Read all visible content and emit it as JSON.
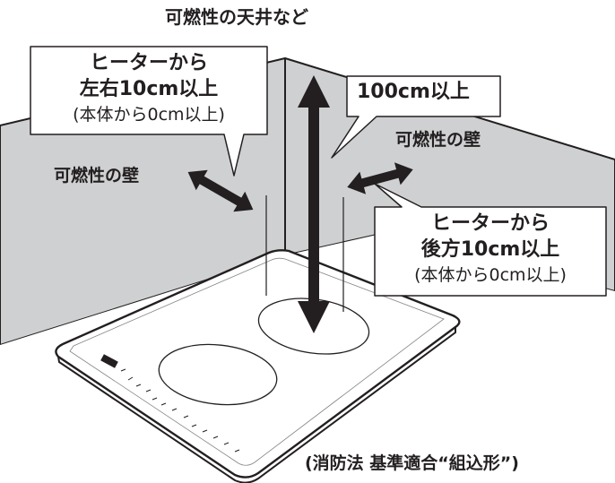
{
  "ceiling_label": "可燃性の天井など",
  "callout_side": {
    "line1": "ヒーターから",
    "line2": "左右10cm以上",
    "line3": "(本体から0cm以上)"
  },
  "callout_top": "100cm以上",
  "callout_back": {
    "line1": "ヒーターから",
    "line2": "後方10cm以上",
    "line3": "(本体から0cm以上)"
  },
  "left_wall_label": "可燃性の壁",
  "right_wall_label": "可燃性の壁",
  "footer_note": "(消防法 基準適合“組込形”)",
  "colors": {
    "wall": "#cfd0d2",
    "outline": "#231f20",
    "arrow": "#231f20",
    "cooktop": "#ffffff",
    "panel_mark": "#231f20"
  }
}
